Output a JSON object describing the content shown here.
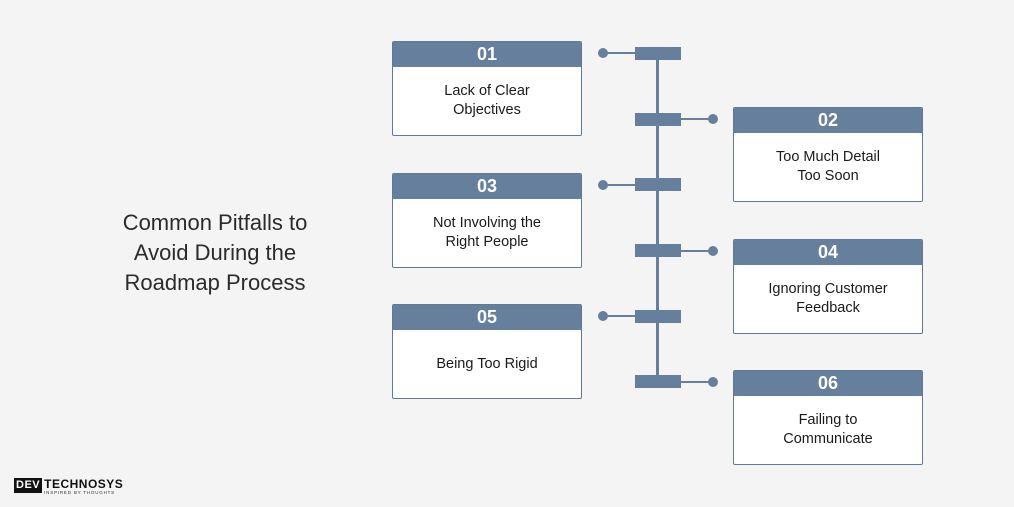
{
  "title": {
    "lines": [
      "Common Pitfalls to",
      "Avoid During the",
      "Roadmap Process"
    ]
  },
  "colors": {
    "accent": "#657f9d",
    "background": "#f4f4f4",
    "card": "#ffffff"
  },
  "steps": [
    {
      "number": "01",
      "lines": [
        "Lack of Clear",
        "Objectives"
      ]
    },
    {
      "number": "02",
      "lines": [
        "Too Much Detail",
        "Too Soon"
      ]
    },
    {
      "number": "03",
      "lines": [
        "Not Involving the",
        "Right People"
      ]
    },
    {
      "number": "04",
      "lines": [
        "Ignoring Customer",
        "Feedback"
      ]
    },
    {
      "number": "05",
      "lines": [
        "Being Too Rigid"
      ]
    },
    {
      "number": "06",
      "lines": [
        "Failing to",
        "Communicate"
      ]
    }
  ],
  "logo": {
    "box": "DEV",
    "brand": "TECHNOSYS",
    "tagline": "INSPIRED BY THOUGHTS"
  }
}
